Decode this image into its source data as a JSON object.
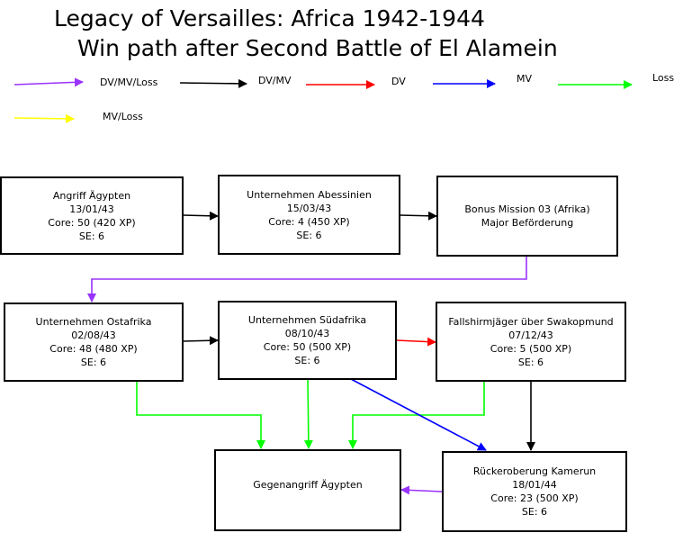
{
  "title": {
    "line1": "Legacy of Versailles: Africa 1942-1944",
    "line2": "Win path after Second Battle of El Alamein"
  },
  "legend": [
    {
      "label": "DV/MV/Loss",
      "color": "#9933ff"
    },
    {
      "label": "DV/MV",
      "color": "#000000"
    },
    {
      "label": "DV",
      "color": "#ff0000"
    },
    {
      "label": "MV",
      "color": "#0000ff"
    },
    {
      "label": "Loss",
      "color": "#00ff00"
    },
    {
      "label": "MV/Loss",
      "color": "#ffff00"
    }
  ],
  "nodes": {
    "angriff": {
      "name": "Angriff Ägypten",
      "date": "13/01/43",
      "core": "Core: 50 (420 XP)",
      "se": "SE: 6"
    },
    "abessinien": {
      "name": "Unternehmen Abessinien",
      "date": "15/03/43",
      "core": "Core: 4 (450 XP)",
      "se": "SE: 6"
    },
    "bonus": {
      "name": "Bonus Mission 03 (Afrika)",
      "extra": "Major Beförderung"
    },
    "ostafrika": {
      "name": "Unternehmen Ostafrika",
      "date": "02/08/43",
      "core": "Core: 48 (480 XP)",
      "se": "SE: 6"
    },
    "suedafrika": {
      "name": "Unternehmen Südafrika",
      "date": "08/10/43",
      "core": "Core: 50 (500 XP)",
      "se": "SE: 6"
    },
    "fallschirm": {
      "name": "Fallshirmjäger über Swakopmund",
      "date": "07/12/43",
      "core": "Core: 5 (500 XP)",
      "se": "SE: 6"
    },
    "gegenangriff": {
      "name": "Gegenangriff Ägypten"
    },
    "kamerun": {
      "name": "Rückeroberung Kamerun",
      "date": "18/01/44",
      "core": "Core: 23 (500 XP)",
      "se": "SE: 6"
    }
  },
  "edges": [
    {
      "from": "angriff",
      "to": "abessinien",
      "type": "DV/MV",
      "color": "#000000"
    },
    {
      "from": "abessinien",
      "to": "bonus",
      "type": "DV/MV",
      "color": "#000000"
    },
    {
      "from": "bonus",
      "to": "ostafrika",
      "type": "DV/MV/Loss",
      "color": "#9933ff"
    },
    {
      "from": "ostafrika",
      "to": "suedafrika",
      "type": "DV/MV",
      "color": "#000000"
    },
    {
      "from": "suedafrika",
      "to": "fallschirm",
      "type": "DV",
      "color": "#ff0000"
    },
    {
      "from": "ostafrika",
      "to": "gegenangriff",
      "type": "Loss",
      "color": "#00ff00"
    },
    {
      "from": "suedafrika",
      "to": "gegenangriff",
      "type": "Loss",
      "color": "#00ff00"
    },
    {
      "from": "fallschirm",
      "to": "gegenangriff",
      "type": "Loss",
      "color": "#00ff00"
    },
    {
      "from": "suedafrika",
      "to": "kamerun",
      "type": "MV",
      "color": "#0000ff"
    },
    {
      "from": "fallschirm",
      "to": "kamerun",
      "type": "DV/MV",
      "color": "#000000"
    },
    {
      "from": "kamerun",
      "to": "gegenangriff",
      "type": "DV/MV/Loss",
      "color": "#9933ff"
    }
  ]
}
